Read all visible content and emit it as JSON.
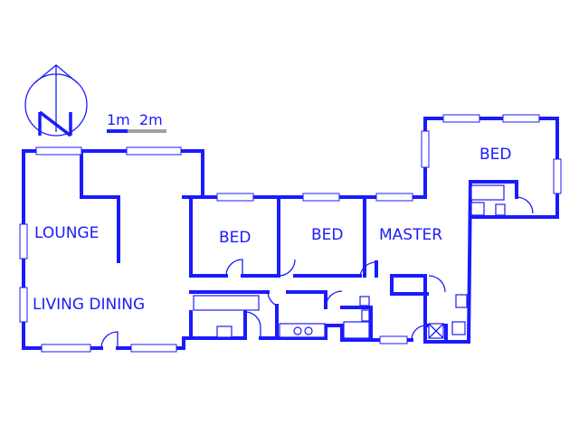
{
  "colors": {
    "ink": "#1a1aff",
    "scale_secondary": "#a0a0a0",
    "background": "#ffffff"
  },
  "compass": {
    "letter": "N",
    "icon": "north-arrow-icon"
  },
  "scale": {
    "label_1": "1m",
    "label_2": "2m"
  },
  "rooms": {
    "lounge": "LOUNGE",
    "living_dining": "LIVING DINING",
    "bed_1": "BED",
    "bed_2": "BED",
    "master": "MASTER",
    "bed_3": "BED"
  }
}
